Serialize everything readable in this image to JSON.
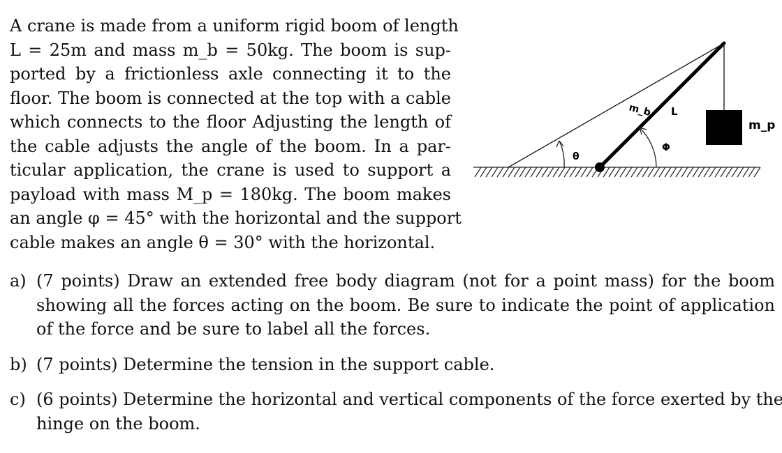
{
  "problem": {
    "intro_lines": [
      "A crane is made from a uniform rigid boom of length",
      "L = 25m and mass m_b = 50kg. The boom is sup-",
      "ported by a frictionless axle connecting it to the",
      "floor. The boom is connected at the top with a cable",
      "which connects to the floor Adjusting the length of",
      "the cable adjusts the angle of the boom. In a par-",
      "ticular application, the crane is used to support a",
      "payload with mass M_p = 180kg. The boom makes",
      "an angle φ = 45° with the horizontal and the support",
      "cable makes an angle θ = 30° with the horizontal."
    ]
  },
  "diagram": {
    "labels": {
      "boom_mass": "m_b",
      "length": "L",
      "payload_mass": "m_p",
      "cable_angle": "θ",
      "boom_angle": "Φ"
    }
  },
  "questions": [
    {
      "label": "a)",
      "lines": [
        "(7 points) Draw an extended free body diagram (not for a point mass) for the boom",
        "showing all the forces acting on the boom. Be sure to indicate the point of application",
        "of the force and be sure to label all the forces."
      ]
    },
    {
      "label": "b)",
      "lines": [
        "(7 points) Determine the tension in the support cable."
      ]
    },
    {
      "label": "c)",
      "lines": [
        "(6 points) Determine the horizontal and vertical components of the force exerted by the",
        "hinge on the boom."
      ]
    }
  ]
}
